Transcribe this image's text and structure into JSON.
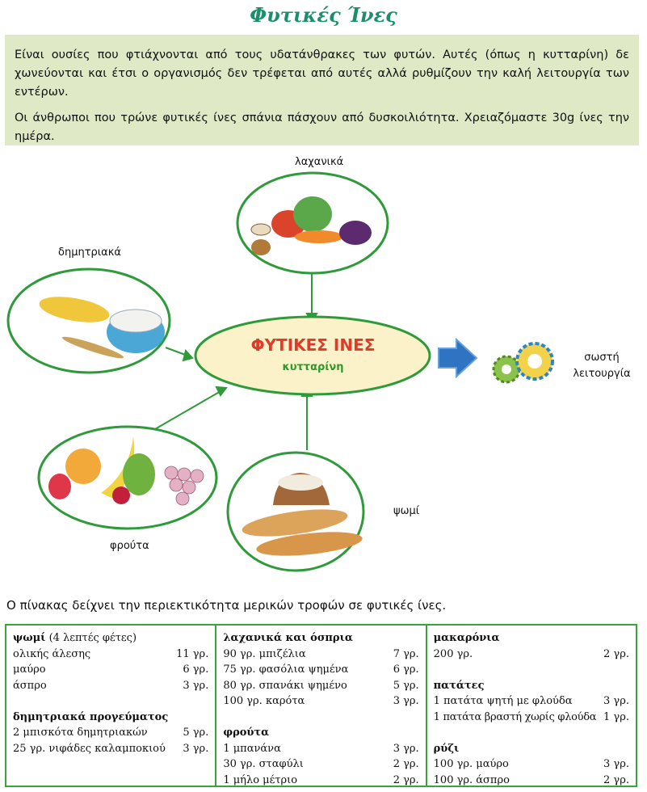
{
  "title": "Φυτικές Ίνες",
  "intro": {
    "p1": "Είναι ουσίες που φτιάχνονται από τους υδατάνθρακες των φυτών. Αυτές (όπως η κυτταρίνη) δε χωνεύονται και έτσι ο οργανισμός δεν τρέφεται από αυτές αλλά ρυθμίζουν την καλή λειτουργία των εντέρων.",
    "p2": "Οι άνθρωποι που τρώνε φυτικές ίνες σπάνια πάσχουν από δυσκοιλιότητα. Χρειαζόμαστε 30g ίνες την ημέρα."
  },
  "diagram": {
    "vegetables": "λαχανικά",
    "cereals": "δημητριακά",
    "fruits": "φρούτα",
    "bread": "ψωμί",
    "center_title": "ΦΥΤΙΚΕΣ ΙΝΕΣ",
    "center_sub": "κυτταρίνη",
    "result_line1": "σωστή",
    "result_line2": "λειτουργία"
  },
  "caption": "Ο πίνακας δείχνει την περιεκτικότητα μερικών τροφών σε φυτικές ίνες.",
  "table": {
    "col1": {
      "bread_head": "ψωμί",
      "bread_note": "(4 λεπτές φέτες)",
      "bread_rows": [
        {
          "label": "ολικής άλεσης",
          "value": "11 γρ."
        },
        {
          "label": "μαύρο",
          "value": "6 γρ."
        },
        {
          "label": "άσπρο",
          "value": "3 γρ."
        }
      ],
      "cereal_head": "δημητριακά προγεύματος",
      "cereal_rows": [
        {
          "label": "2 μπισκότα δημητριακών",
          "value": "5 γρ."
        },
        {
          "label": "25 γρ. νιφάδες καλαμποκιού",
          "value": "3 γρ."
        }
      ]
    },
    "col2": {
      "veg_head": "λαχανικά και όσπρια",
      "veg_rows": [
        {
          "label": "90 γρ. μπιζέλια",
          "value": "7 γρ."
        },
        {
          "label": "75 γρ. φασόλια ψημένα",
          "value": "6 γρ."
        },
        {
          "label": "80 γρ. σπανάκι ψημένο",
          "value": "5 γρ."
        },
        {
          "label": "100 γρ. καρότα",
          "value": "3 γρ."
        }
      ],
      "fruit_head": "φρούτα",
      "fruit_rows": [
        {
          "label": "1 μπανάνα",
          "value": "3 γρ."
        },
        {
          "label": "30 γρ. σταφύλι",
          "value": "2 γρ."
        },
        {
          "label": "1 μήλο μέτριο",
          "value": "2 γρ."
        }
      ]
    },
    "col3": {
      "pasta_head": "μακαρόνια",
      "pasta_rows": [
        {
          "label": "200 γρ.",
          "value": "2 γρ."
        }
      ],
      "potato_head": "πατάτες",
      "potato_rows": [
        {
          "label": "1 πατάτα ψητή με φλούδα",
          "value": "3 γρ."
        },
        {
          "label": "1 πατάτα βραστή χωρίς φλούδα",
          "value": "1 γρ."
        }
      ],
      "rice_head": "ρύζι",
      "rice_rows": [
        {
          "label": "100 γρ. μαύρο",
          "value": "3 γρ."
        },
        {
          "label": "100 γρ. άσπρο",
          "value": "2 γρ."
        }
      ]
    }
  }
}
